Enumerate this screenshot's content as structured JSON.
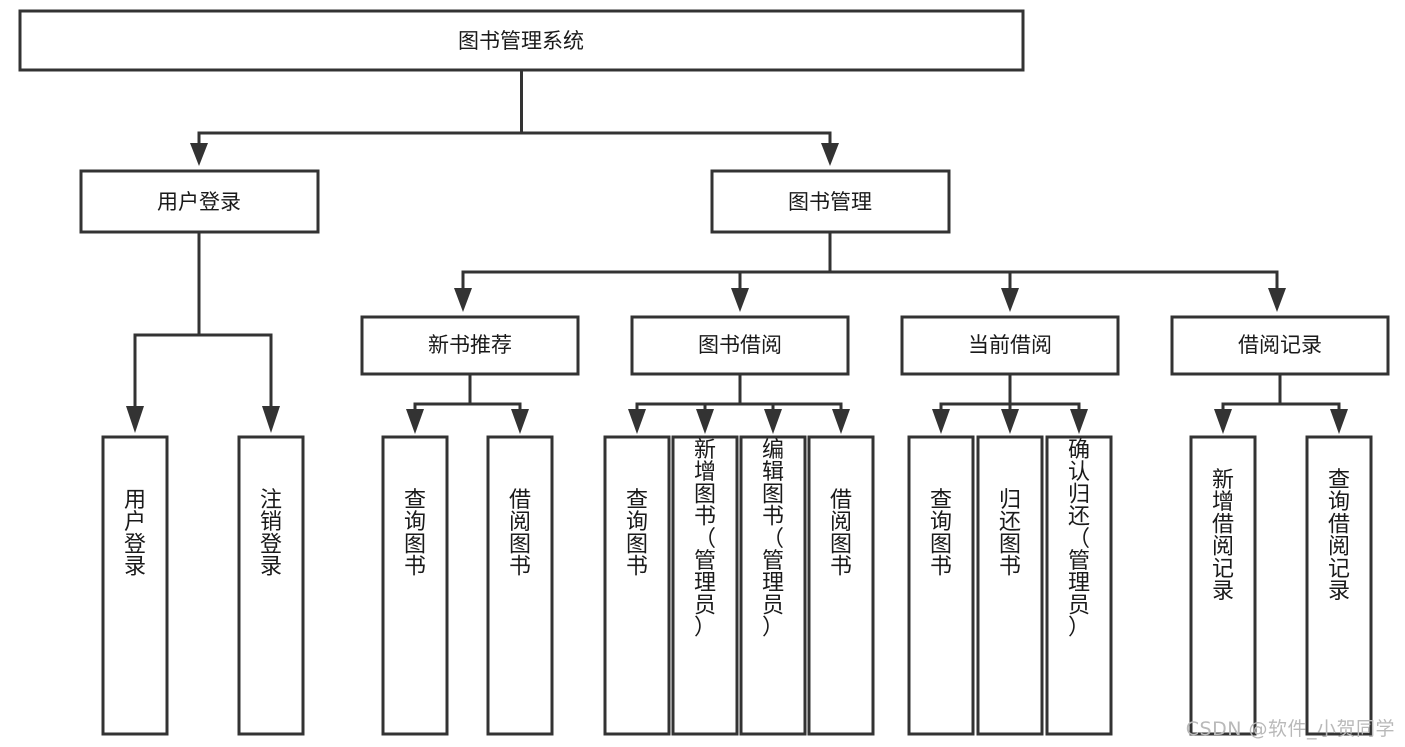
{
  "diagram": {
    "title": "图书管理系统",
    "type": "hierarchy-tree",
    "watermark": "CSDN @软件_小贺同学",
    "colors": {
      "stroke": "#333333",
      "fill": "#ffffff",
      "text": "#1a1a1a",
      "watermark": "#b9b9b9"
    },
    "levels": {
      "root": {
        "label": "图书管理系统"
      },
      "level2": [
        {
          "label": "用户登录"
        },
        {
          "label": "图书管理"
        }
      ],
      "level3": [
        {
          "label": "新书推荐"
        },
        {
          "label": "图书借阅"
        },
        {
          "label": "当前借阅"
        },
        {
          "label": "借阅记录"
        }
      ],
      "leaves": [
        {
          "label": "用户登录",
          "parent": "用户登录"
        },
        {
          "label": "注销登录",
          "parent": "用户登录"
        },
        {
          "label": "查询图书",
          "parent": "新书推荐"
        },
        {
          "label": "借阅图书",
          "parent": "新书推荐"
        },
        {
          "label": "查询图书",
          "parent": "图书借阅"
        },
        {
          "label": "新增图书（管理员）",
          "parent": "图书借阅"
        },
        {
          "label": "编辑图书（管理员）",
          "parent": "图书借阅"
        },
        {
          "label": "借阅图书",
          "parent": "图书借阅"
        },
        {
          "label": "查询图书",
          "parent": "当前借阅"
        },
        {
          "label": "归还图书",
          "parent": "当前借阅"
        },
        {
          "label": "确认归还（管理员）",
          "parent": "当前借阅"
        },
        {
          "label": "新增借阅记录",
          "parent": "借阅记录"
        },
        {
          "label": "查询借阅记录",
          "parent": "借阅记录"
        }
      ]
    }
  }
}
